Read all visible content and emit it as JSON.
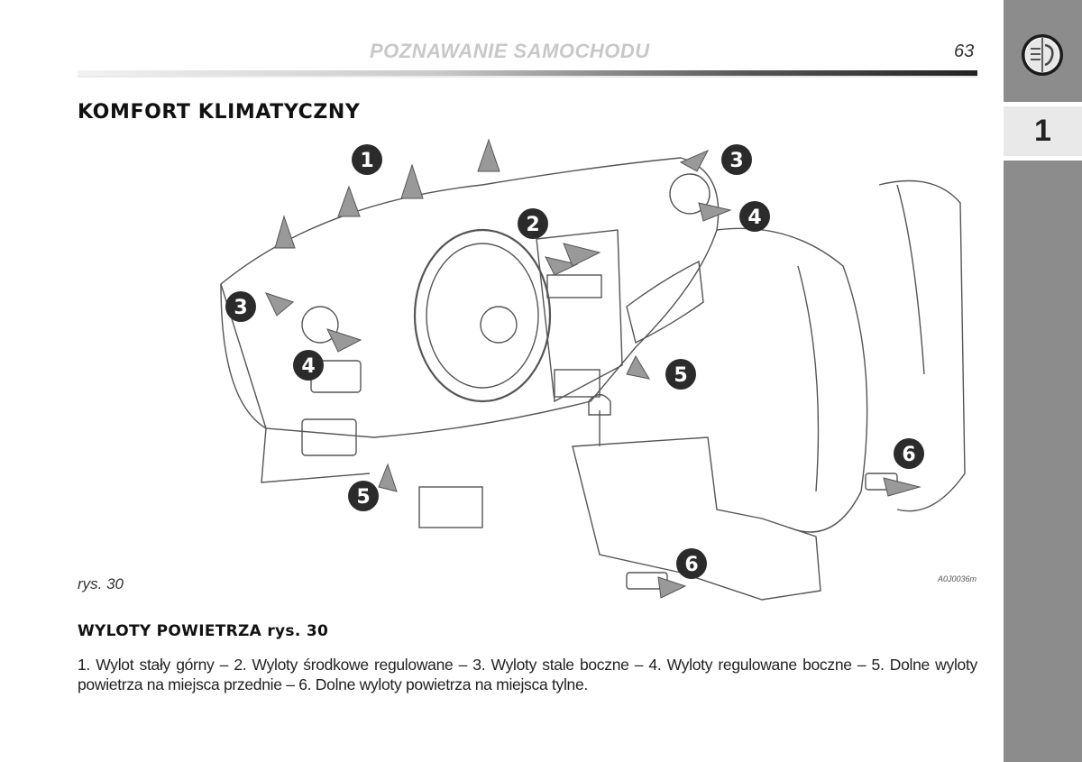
{
  "header": {
    "section": "POZNAWANIE SAMOCHODU",
    "page_number": "63"
  },
  "side_tab": {
    "chapter_number": "1",
    "logo": "alfa-romeo-logo"
  },
  "section_title": "KOMFORT KLIMATYCZNY",
  "figure": {
    "caption": "rys. 30",
    "code": "A0J0036m",
    "callouts": [
      "1",
      "2",
      "3",
      "3",
      "4",
      "4",
      "5",
      "5",
      "6",
      "6"
    ]
  },
  "subheading": "WYLOTY POWIETRZA rys. 30",
  "body": "1. Wylot stały górny – 2. Wyloty środkowe regulowane – 3. Wyloty stale boczne – 4. Wyloty regulowane boczne – 5. Dolne wyloty powietrza na miejsca przednie – 6. Dolne wyloty powietrza na miejsca tylne."
}
